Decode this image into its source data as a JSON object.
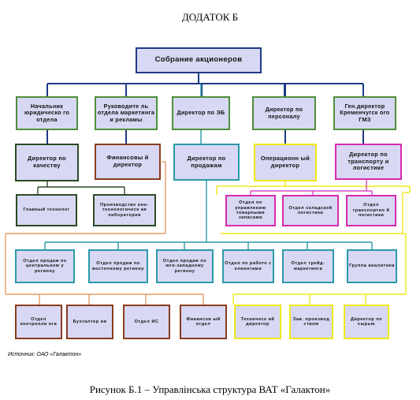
{
  "page": {
    "title": "ДОДАТОК Б",
    "source": "Источник: ОАО «Галактон»",
    "caption": "Рисунок Б.1 – Управлінська структура ВАТ «Галактон»"
  },
  "colors": {
    "box_fill": "#d8d8f4",
    "navy": "#1f3a86",
    "green": "#4f8f3a",
    "teal": "#2a9aa8",
    "dark_green": "#2c4a24",
    "brown": "#8a3c1c",
    "yellow": "#f0e81a",
    "magenta": "#d72ab0"
  },
  "chart": {
    "root": "Собрание акционеров",
    "level2": [
      "Начальник юридическо го отдела",
      "Руководите ль отдела маркетинга и рекламы",
      "Директор по ЭБ",
      "Директор по персоналу",
      "Ген.директор Кременчугск ого ГМЗ"
    ],
    "level3": [
      "Директор по качеству",
      "Финансовы й директор",
      "Директор по продажам",
      "Операционн ый директор",
      "Директор по транспорту и логистике"
    ],
    "quality_units": [
      "Главный технолог",
      "Производстве нно-технологическ ая лаборатория"
    ],
    "operations_units": [
      "Отдел по управлению товарными запасами",
      "Отдел складской логистики",
      "Отдел транспортно й логистики"
    ],
    "sales_units": [
      "Отдел продаж по центральном у региону",
      "Отдел продаж по восточному региону",
      "Отдел продаж по юго-западному региону",
      "Отдел по работе с клиентами",
      "Отдел трейд-маркетинга",
      "Группа аналитики"
    ],
    "bottom_units": [
      "Отдел контролли нга",
      "Бухгалтер ия",
      "Отдел ИС",
      "Финансов ый отдел",
      "Техническ ий директор",
      "Зав. производ ством",
      "Директор по сырью"
    ]
  }
}
